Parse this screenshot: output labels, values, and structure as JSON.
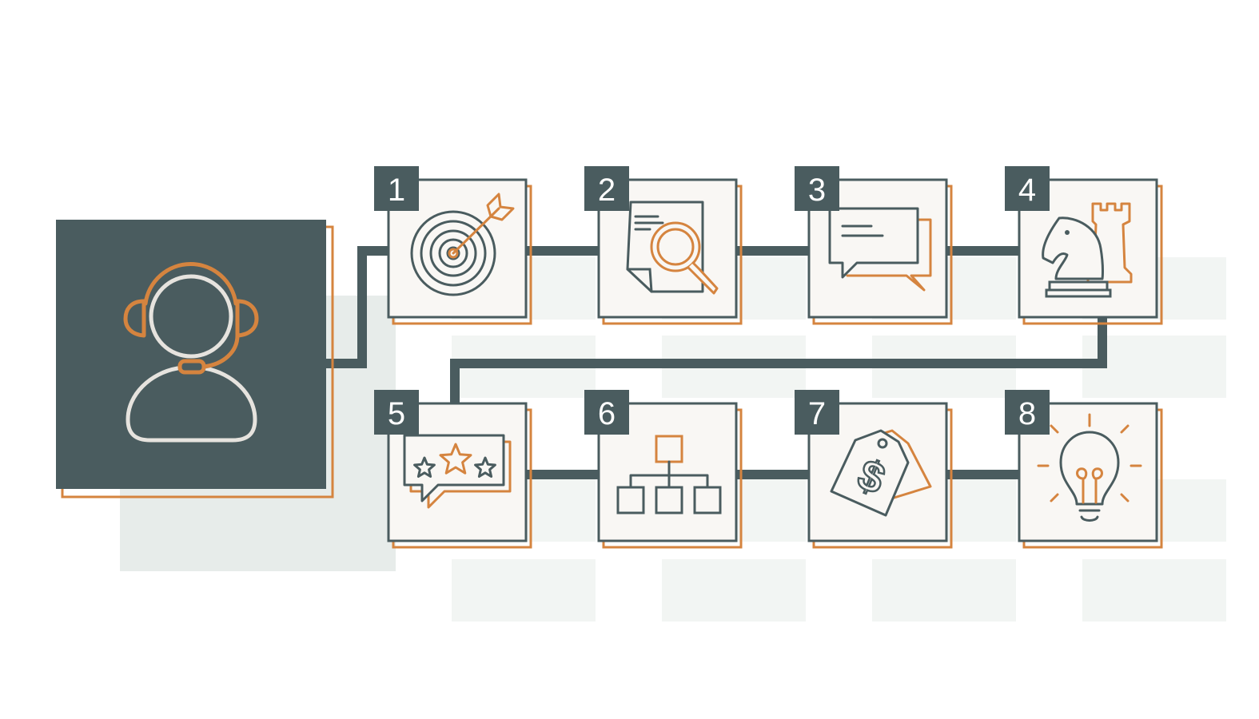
{
  "colors": {
    "primary": "#4a5c5f",
    "accent": "#d5843f",
    "card": "#f9f7f4",
    "shadow": "#e7ecea",
    "number_text": "#ffffff",
    "avatar_line": "#e6e3de"
  },
  "agent": {
    "icon": "customer-support-headset-icon"
  },
  "steps": [
    {
      "number": "1",
      "icon": "target-arrow-icon"
    },
    {
      "number": "2",
      "icon": "document-magnifier-icon"
    },
    {
      "number": "3",
      "icon": "chat-bubbles-icon"
    },
    {
      "number": "4",
      "icon": "chess-knight-rook-icon"
    },
    {
      "number": "5",
      "icon": "star-rating-bubble-icon"
    },
    {
      "number": "6",
      "icon": "hierarchy-chart-icon"
    },
    {
      "number": "7",
      "icon": "price-tag-dollar-icon"
    },
    {
      "number": "8",
      "icon": "light-bulb-idea-icon"
    }
  ]
}
